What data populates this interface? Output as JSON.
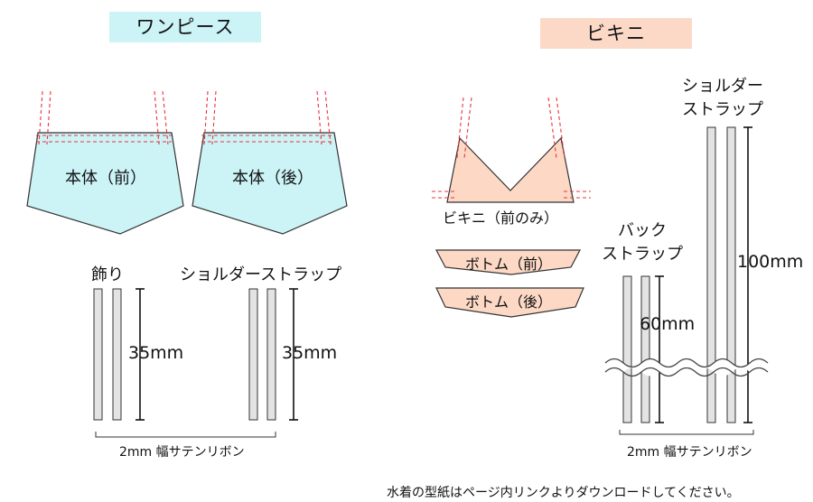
{
  "colors": {
    "onepiece_fill": "#ccf3f6",
    "bikini_fill": "#fcd8c5",
    "onepiece_badge": "#ccf4f7",
    "bikini_badge": "#fcd9c7",
    "seam_dash": "#e8343a",
    "strap_fill": "#e3e3e3"
  },
  "onepiece": {
    "title": "ワンピース",
    "body_front_label": "本体（前）",
    "body_back_label": "本体（後）",
    "trim_label": "飾り",
    "shoulder_strap_label": "ショルダーストラップ",
    "trim_length": "35mm",
    "strap_length": "35mm",
    "ribbon_note": "2mm 幅サテンリボン"
  },
  "bikini": {
    "title": "ビキニ",
    "top_front_label": "ビキニ（前のみ）",
    "bottom_front_label": "ボトム（前）",
    "bottom_back_label": "ボトム（後）",
    "back_strap_label_line1": "バック",
    "back_strap_label_line2": "ストラップ",
    "shoulder_strap_label_line1": "ショルダー",
    "shoulder_strap_label_line2": "ストラップ",
    "back_strap_length": "60mm",
    "shoulder_strap_length": "100mm",
    "ribbon_note": "2mm 幅サテンリボン"
  },
  "footer_note": "水着の型紙はページ内リンクよりダウンロードしてください。"
}
